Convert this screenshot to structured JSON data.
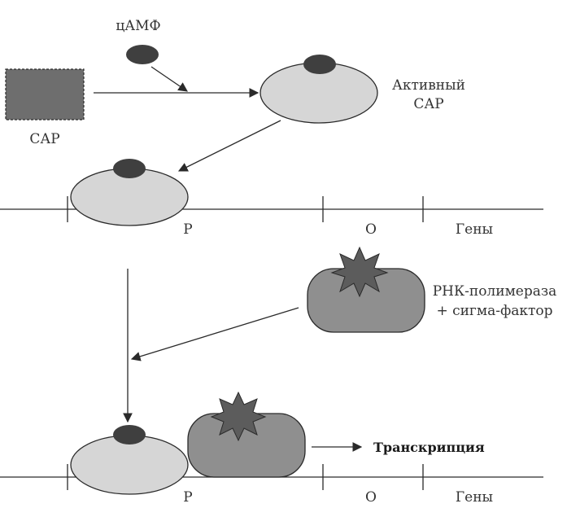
{
  "labels": {
    "camp": "цАМФ",
    "cap": "САР",
    "active_cap_line1": "Активный",
    "active_cap_line2": "САР",
    "p_top": "Р",
    "o_top": "О",
    "genes_top": "Гены",
    "rna_pol_line1": "РНК-полимераза",
    "rna_pol_line2": "+ сигма-фактор",
    "transcription": "Транскрипция",
    "p_bottom": "Р",
    "o_bottom": "О",
    "genes_bottom": "Гены"
  },
  "colors": {
    "cap_light": "#d6d6d6",
    "camp_dark": "#3f3f3f",
    "cap_square": "#6e6e6e",
    "polymerase": "#8f8f8f",
    "sigma_star": "#5c5c5c",
    "line": "#2a2a2a"
  }
}
